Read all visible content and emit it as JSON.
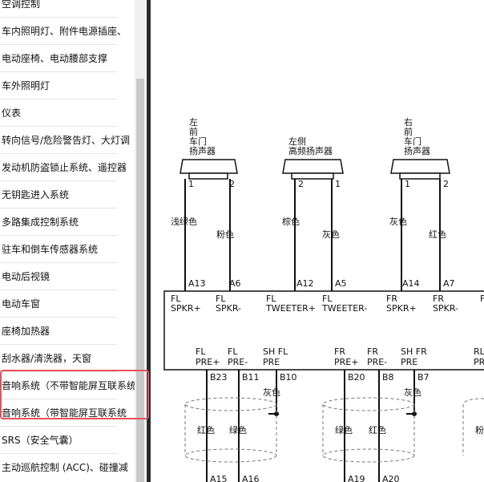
{
  "sidebar": {
    "items": [
      {
        "label": "空调控制"
      },
      {
        "label": "车内照明灯、附件电源插座、"
      },
      {
        "label": "电动座椅、电动腰部支撑"
      },
      {
        "label": "车外照明灯"
      },
      {
        "label": "仪表"
      },
      {
        "label": "转向信号/危险警告灯、大灯调"
      },
      {
        "label": "发动机防盗锁止系统、遥控器"
      },
      {
        "label": "无钥匙进入系统"
      },
      {
        "label": "多路集成控制系统"
      },
      {
        "label": "驻车和倒车传感器系统"
      },
      {
        "label": "电动后视镜"
      },
      {
        "label": "电动车窗"
      },
      {
        "label": "座椅加热器"
      },
      {
        "label": "刮水器/清洗器，天窗"
      },
      {
        "label": "音响系统（不带智能屏互联系统"
      },
      {
        "label": "音响系统（带智能屏互联系统"
      },
      {
        "label": "SRS（安全气囊）"
      },
      {
        "label": "主动巡航控制 (ACC)、碰撞减"
      }
    ]
  },
  "diagram": {
    "speakers": [
      {
        "label_lines": [
          "左",
          "前",
          "车门",
          "扬声器"
        ],
        "pin_left": "1",
        "pin_right": "2",
        "wire_left_color": "浅绿色",
        "wire_right_color": "粉色",
        "terminal_left": "A13",
        "terminal_right": "A6",
        "signal_left": [
          "FL",
          "SPKR+"
        ],
        "signal_right": [
          "FL",
          "SPKR-"
        ]
      },
      {
        "label_lines": [
          "左侧",
          "高频扬声器"
        ],
        "pin_left": "2",
        "pin_right": "1",
        "wire_left_color": "棕色",
        "wire_right_color": "灰色",
        "terminal_left": "A12",
        "terminal_right": "A5",
        "signal_left": [
          "FL",
          "TWEETER+"
        ],
        "signal_right": [
          "FL",
          "TWEETER-"
        ]
      },
      {
        "label_lines": [
          "右",
          "前",
          "车门",
          "扬声器"
        ],
        "pin_left": "1",
        "pin_right": "2",
        "wire_left_color": "灰色",
        "wire_right_color": "红色",
        "terminal_left": "A14",
        "terminal_right": "A7",
        "signal_left": [
          "FR",
          "SPKR+"
        ],
        "signal_right": [
          "FR",
          "SPKR-"
        ]
      }
    ],
    "partial_signal": "F",
    "lower_signals": [
      {
        "lines": [
          "FL",
          "PRE+"
        ],
        "terminal": "B23",
        "wire_color": "红色"
      },
      {
        "lines": [
          "FL",
          "PRE-"
        ],
        "terminal": "B11",
        "wire_color": "绿色"
      },
      {
        "lines": [
          "SH FL",
          "PRE"
        ],
        "terminal": "B10",
        "wire_color": "灰色"
      },
      {
        "lines": [
          "FR",
          "PRE+"
        ],
        "terminal": "B20",
        "wire_color": "绿色"
      },
      {
        "lines": [
          "FR",
          "PRE-"
        ],
        "terminal": "B8",
        "wire_color": "红色"
      },
      {
        "lines": [
          "SH FR",
          "PRE"
        ],
        "terminal": "B7",
        "wire_color": "灰色"
      },
      {
        "lines": [
          "RL",
          "PRE"
        ],
        "terminal": "",
        "wire_color": "粉"
      }
    ],
    "bottom_terminals": [
      "A15",
      "A16",
      "A19",
      "A20"
    ]
  }
}
